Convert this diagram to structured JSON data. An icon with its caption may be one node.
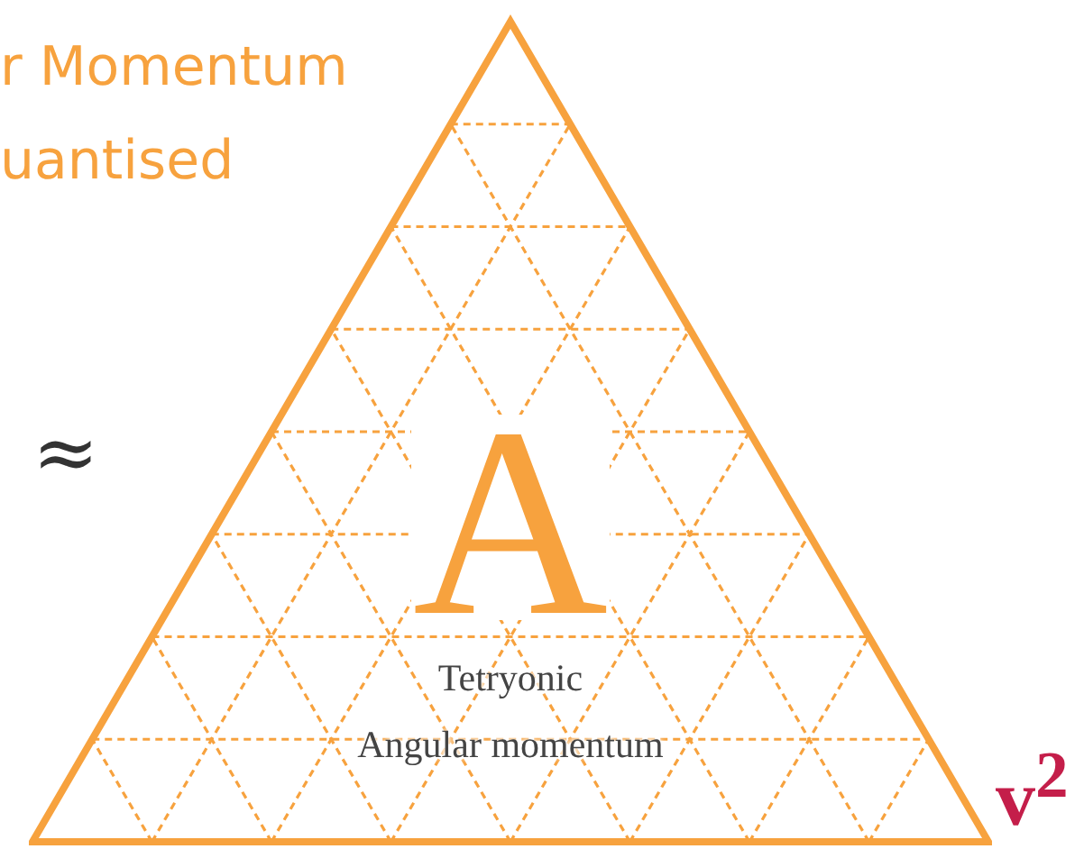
{
  "diagram": {
    "nodes": [
      {
        "text": [
          "A",
          "Tetryonic Angular momentum"
        ]
      }
    ],
    "labels": [
      "r Momentum",
      "uantised",
      "≈",
      "v$^{2}$"
    ]
  }
}
